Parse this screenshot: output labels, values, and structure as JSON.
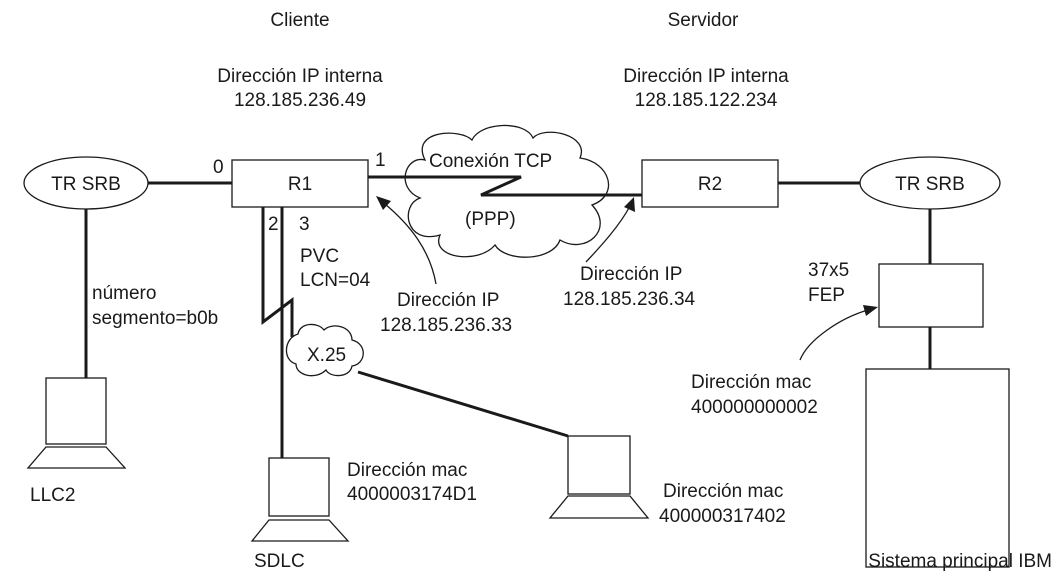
{
  "client": {
    "title": "Cliente",
    "ip_label": "Dirección IP interna",
    "ip_value": "128.185.236.49"
  },
  "server": {
    "title": "Servidor",
    "ip_label": "Dirección IP interna",
    "ip_value": "128.185.122.234"
  },
  "routers": {
    "r1": "R1",
    "r2": "R2"
  },
  "rings": {
    "left": "TR SRB",
    "right": "TR SRB"
  },
  "ports": {
    "p0": "0",
    "p1": "1",
    "p2": "2",
    "p3": "3"
  },
  "tcp": {
    "label": "Conexión TCP",
    "ppp": "(PPP)"
  },
  "r1_ip": {
    "label": "Dirección IP",
    "value": "128.185.236.33"
  },
  "r2_ip": {
    "label": "Dirección IP",
    "value": "128.185.236.34"
  },
  "pvc": {
    "line1": "PVC",
    "line2": "LCN=04"
  },
  "segment": {
    "line1": "número",
    "line2": "segmento=b0b"
  },
  "x25": "X.25",
  "fep": {
    "line1": "37x5",
    "line2": "FEP"
  },
  "fep_mac": {
    "label": "Dirección mac",
    "value": "400000000002"
  },
  "sdlc_mac": {
    "label": "Dirección mac",
    "value": "4000003174D1"
  },
  "x25_mac": {
    "label": "Dirección mac",
    "value": "400000317402"
  },
  "terminals": {
    "llc2": "LLC2",
    "sdlc": "SDLC"
  },
  "host": "Sistema principal IBM"
}
